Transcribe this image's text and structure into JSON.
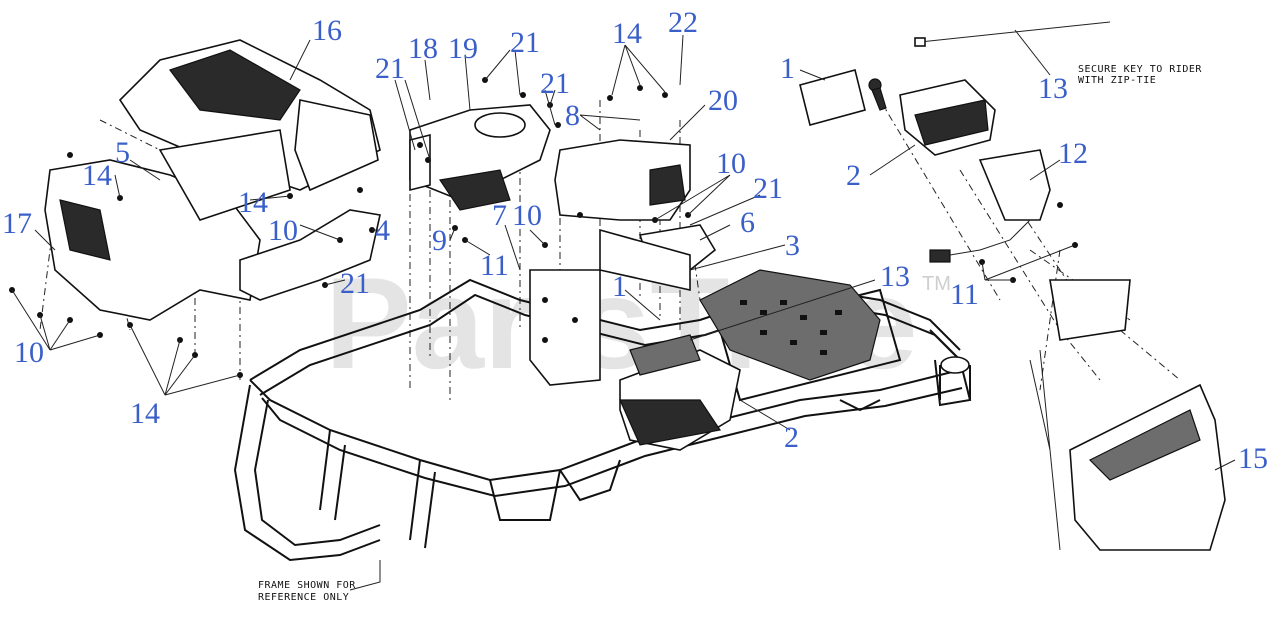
{
  "watermark": {
    "text": "PartsTree",
    "trademark": "TM"
  },
  "notes": {
    "frame": [
      "FRAME SHOWN FOR",
      "REFERENCE ONLY"
    ],
    "key": [
      "SECURE KEY TO RIDER",
      "WITH ZIP-TIE"
    ]
  },
  "callouts": [
    "16",
    "18",
    "19",
    "21",
    "21",
    "21",
    "14",
    "22",
    "8",
    "20",
    "1",
    "13",
    "5",
    "14",
    "14",
    "10",
    "4",
    "10",
    "10",
    "21",
    "6",
    "3",
    "2",
    "12",
    "17",
    "9",
    "7",
    "10",
    "11",
    "21",
    "1",
    "13",
    "11",
    "10",
    "14",
    "2",
    "15"
  ]
}
